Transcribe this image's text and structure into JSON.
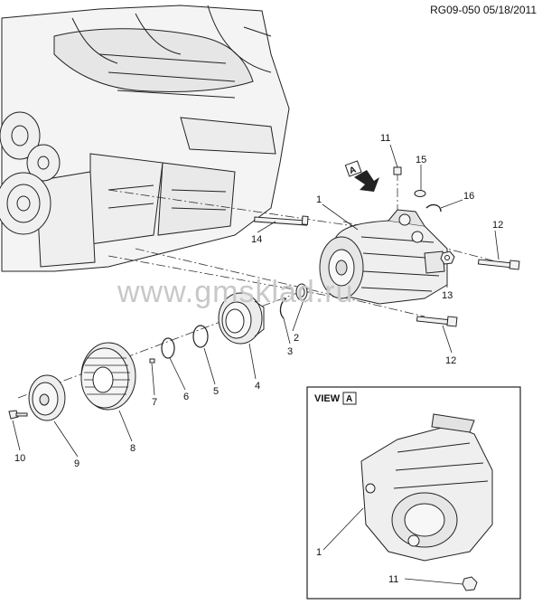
{
  "reference": "RG09-050 05/18/2011",
  "watermark": "www.gmsklad.ru",
  "view_arrow_letter": "A",
  "view_box": {
    "label": "VIEW",
    "letter": "A"
  },
  "callouts": {
    "c1": "1",
    "c2": "2",
    "c3": "3",
    "c4": "4",
    "c5": "5",
    "c6": "6",
    "c7": "7",
    "c8": "8",
    "c9": "9",
    "c10": "10",
    "c11": "11",
    "c12a": "12",
    "c12b": "12",
    "c13": "13",
    "c14": "14",
    "c15": "15",
    "c16": "16",
    "v1": "1",
    "v11": "11"
  }
}
